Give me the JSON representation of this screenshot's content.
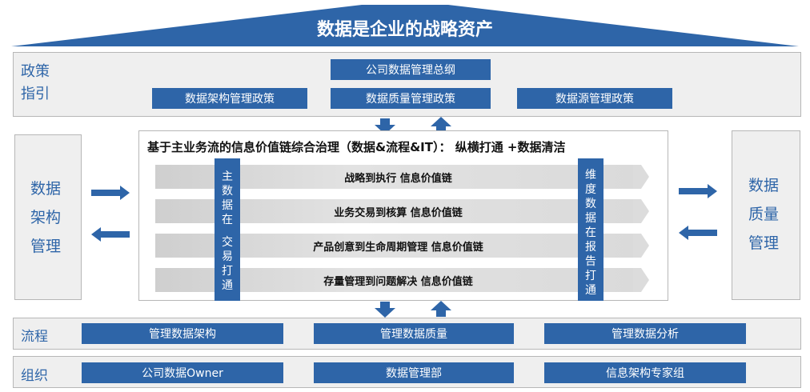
{
  "banner": {
    "title": "数据是企业的战略资产"
  },
  "policy": {
    "label_line1": "政策",
    "label_line2": "指引",
    "top_item": "公司数据管理总纲",
    "items": [
      "数据架构管理政策",
      "数据质量管理政策",
      "数据源管理政策"
    ]
  },
  "center": {
    "headline": "基于主业务流的信息价值链综合治理（数据&流程&IT）：  纵横打通 +数据清洁",
    "left_column": [
      "主",
      "数",
      "据",
      "在",
      "",
      "交",
      "易",
      "打",
      "通"
    ],
    "right_column": [
      "维",
      "度",
      "数",
      "据",
      "在",
      "报",
      "告",
      "打",
      "通"
    ],
    "chains": [
      "战略到执行 信息价值链",
      "业务交易到核算  信息价值链",
      "产品创意到生命周期管理 信息价值链",
      "存量管理到问题解决 信息价值链"
    ]
  },
  "left_panel": {
    "lines": [
      "数据",
      "架构",
      "管理"
    ]
  },
  "right_panel": {
    "lines": [
      "数据",
      "质量",
      "管理"
    ]
  },
  "process": {
    "label": "流程",
    "items": [
      "管理数据架构",
      "管理数据质量",
      "管理数据分析"
    ]
  },
  "organization": {
    "label": "组织",
    "items": [
      "公司数据Owner",
      "数据管理部",
      "信息架构专家组"
    ]
  },
  "colors": {
    "accent": "#2e65a8",
    "panel": "#efefef",
    "border": "#b7b7b7"
  }
}
